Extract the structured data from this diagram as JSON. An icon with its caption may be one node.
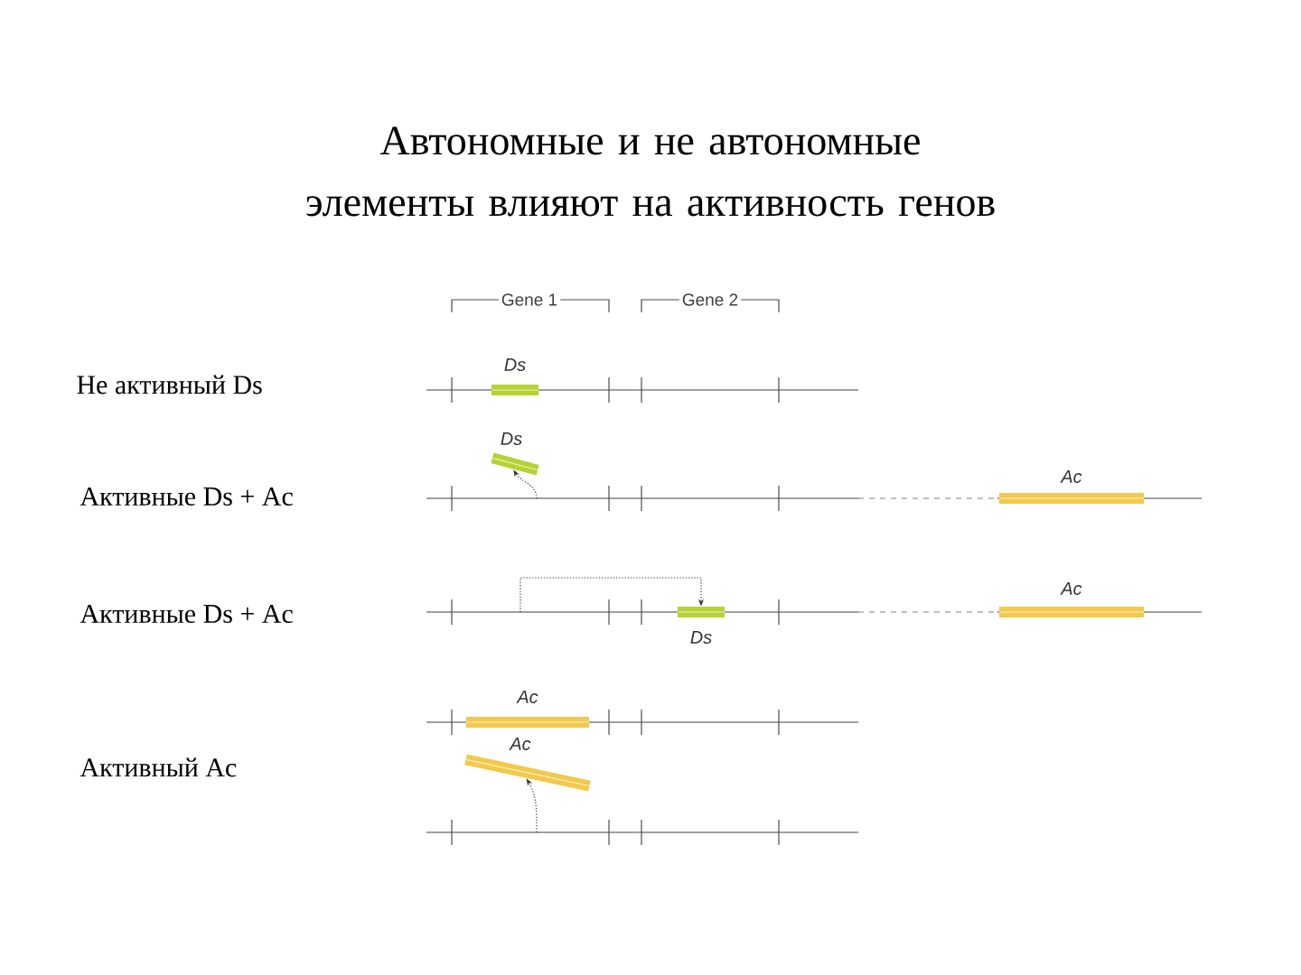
{
  "diagram": {
    "title": "Автономные и не автономные элементы влияют на активность генов",
    "nodes": [
      {
        "text": [
          "Ds"
        ]
      },
      {
        "text": [
          "Ds"
        ]
      },
      {
        "text": [
          "Ac"
        ]
      },
      {
        "text": [
          "Ds"
        ]
      },
      {
        "text": [
          "Ac"
        ]
      },
      {
        "text": [
          "Ac"
        ]
      },
      {
        "text": [
          "Ac"
        ]
      }
    ],
    "edges": [
      {
        "from": null,
        "to": 1,
        "arrow": "to",
        "style": "dashed"
      },
      {
        "from": null,
        "to": 3,
        "arrow": "to",
        "style": "dashed"
      },
      {
        "from": null,
        "to": 6,
        "arrow": "to",
        "style": "dashed"
      }
    ],
    "labels": [
      "Gene 1",
      "Gene 2",
      "Не активный Ds",
      "Активные Ds + Ac",
      "Активные Ds + Ac",
      "Активный Ac"
    ]
  }
}
